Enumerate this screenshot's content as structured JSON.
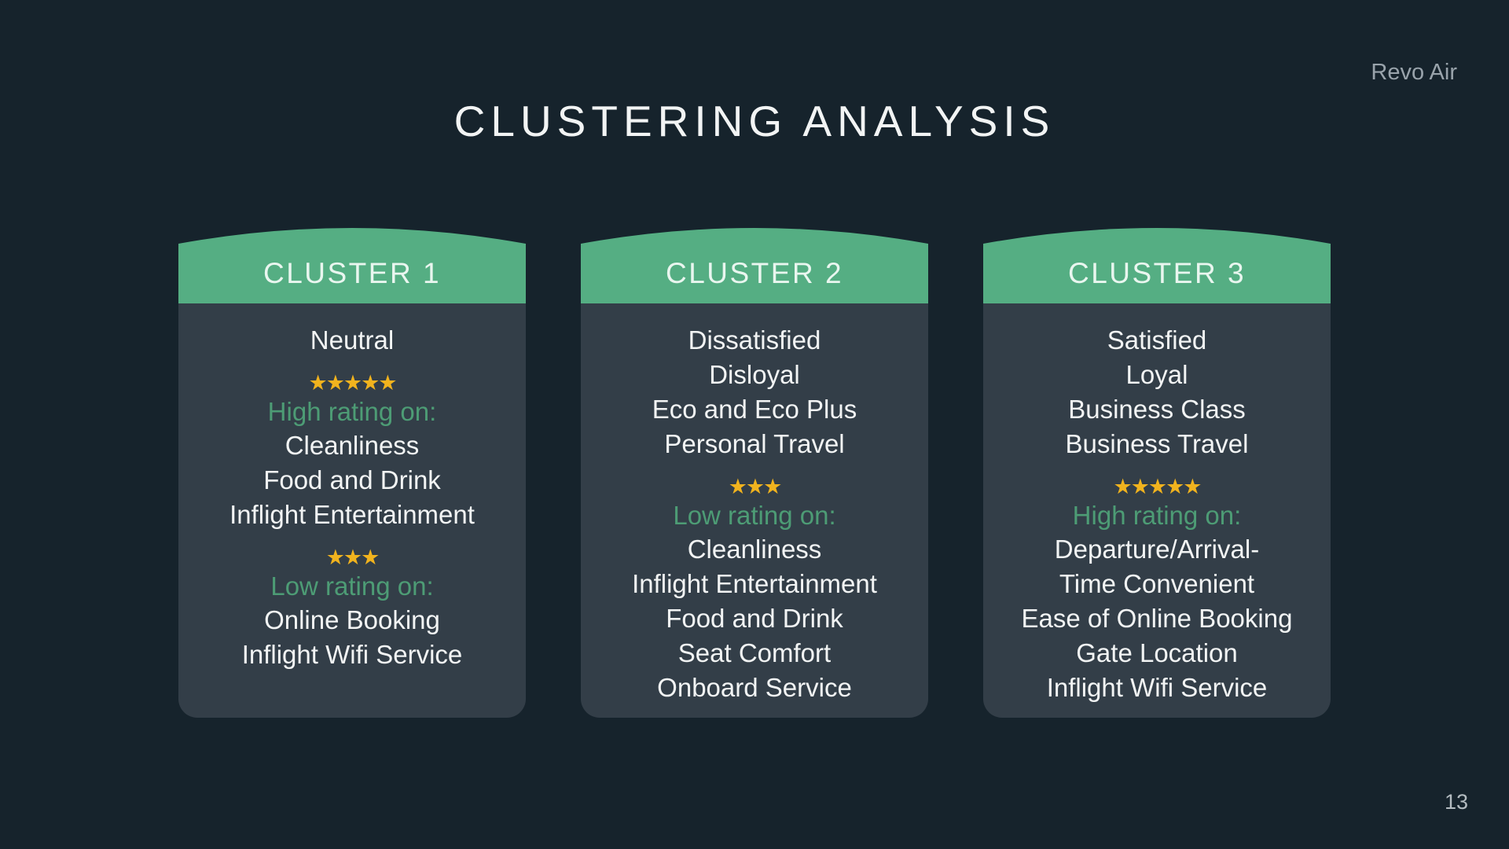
{
  "brand": "Revo Air",
  "title": "CLUSTERING ANALYSIS",
  "page_number": "13",
  "colors": {
    "background": "#16232c",
    "card_body": "#333e48",
    "header_green": "#55ae83",
    "accent_green_text": "#4d9c75",
    "star_gold": "#f1b31e",
    "text_white": "#f2f4f4",
    "muted_gray": "#99a3ab"
  },
  "star_icon": "★",
  "clusters": [
    {
      "title": "CLUSTER 1",
      "sections": [
        {
          "type": "traits",
          "lines": [
            "Neutral"
          ]
        },
        {
          "type": "rating",
          "stars": 5,
          "label": "High rating on:",
          "items": [
            "Cleanliness",
            "Food and Drink",
            "Inflight Entertainment"
          ]
        },
        {
          "type": "rating",
          "stars": 3,
          "label": "Low rating on:",
          "items": [
            "Online Booking",
            "Inflight Wifi Service"
          ]
        }
      ]
    },
    {
      "title": "CLUSTER 2",
      "sections": [
        {
          "type": "traits",
          "lines": [
            "Dissatisfied",
            "Disloyal",
            "Eco and Eco Plus",
            "Personal Travel"
          ]
        },
        {
          "type": "rating",
          "stars": 3,
          "label": "Low rating on:",
          "items": [
            "Cleanliness",
            "Inflight Entertainment",
            "Food and Drink",
            "Seat Comfort",
            "Onboard Service"
          ]
        }
      ]
    },
    {
      "title": "CLUSTER 3",
      "sections": [
        {
          "type": "traits",
          "lines": [
            "Satisfied",
            "Loyal",
            "Business Class",
            "Business Travel"
          ]
        },
        {
          "type": "rating",
          "stars": 5,
          "label": "High rating on:",
          "items": [
            "Departure/Arrival-",
            "Time Convenient",
            "Ease of Online Booking",
            "Gate Location",
            "Inflight Wifi Service"
          ]
        }
      ]
    }
  ]
}
